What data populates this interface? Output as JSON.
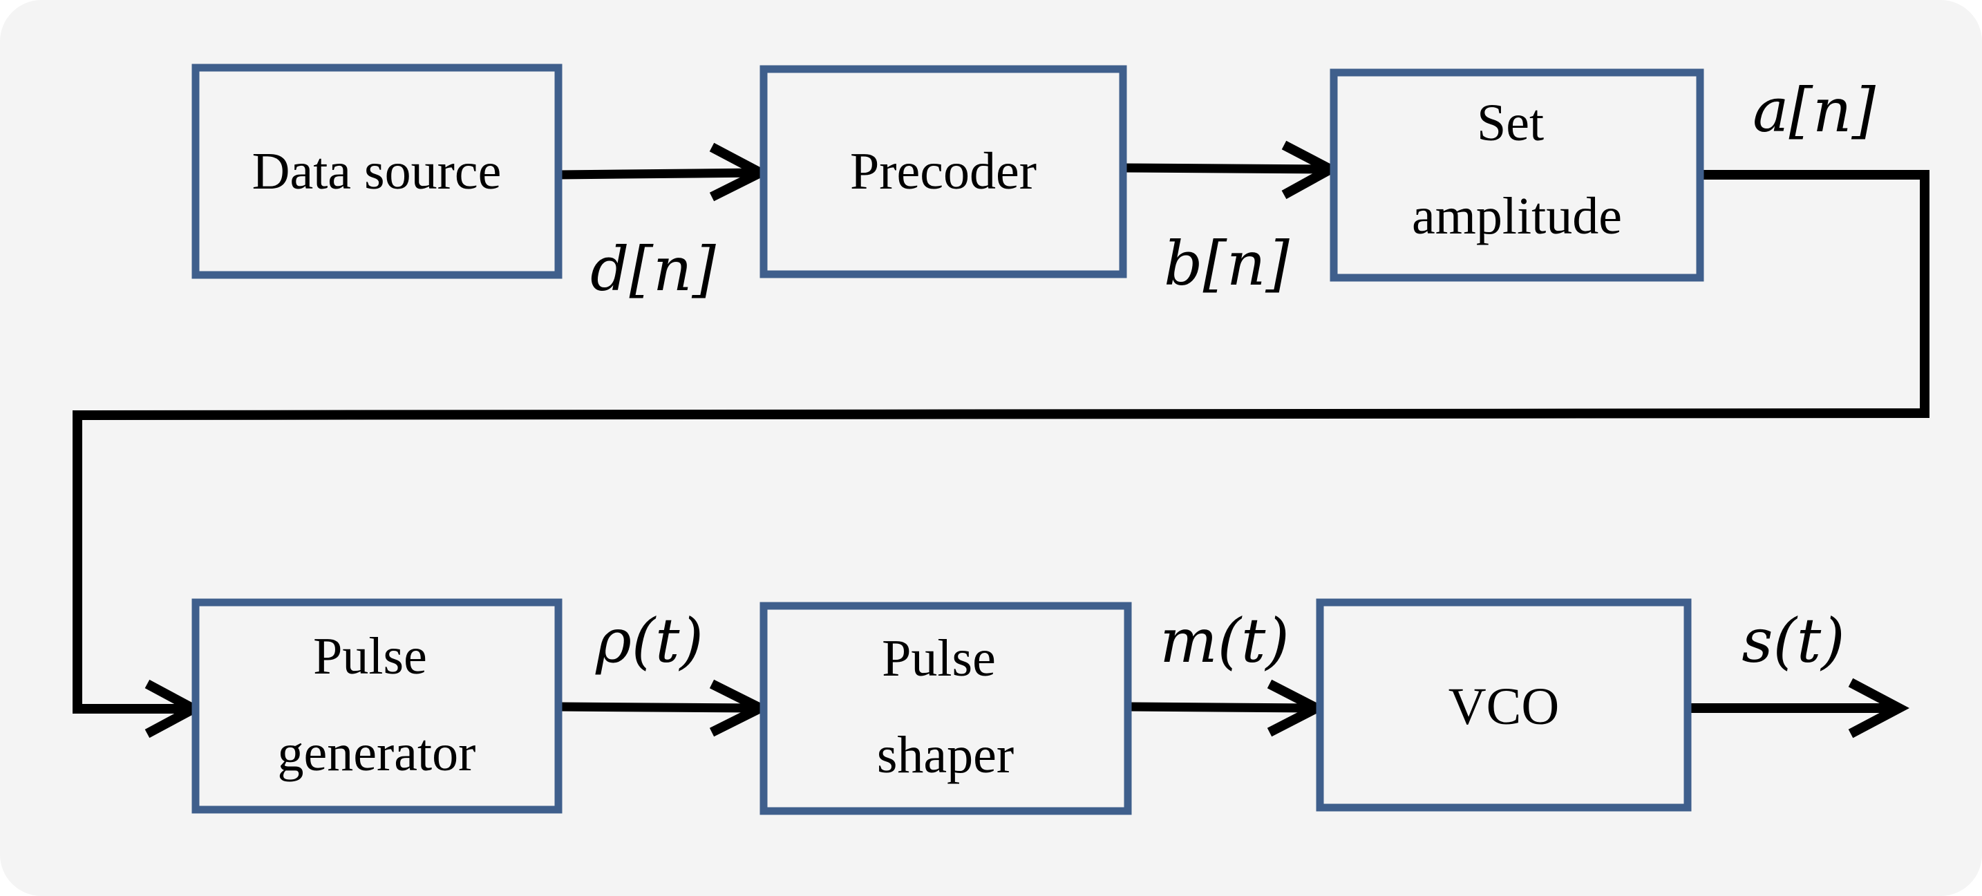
{
  "colors": {
    "background": "#f4f4f4",
    "block_stroke": "#3f5f8c",
    "block_fill": "#f4f4f4",
    "line": "#000000"
  },
  "blocks": {
    "data_source": {
      "lines": [
        "Data source"
      ]
    },
    "precoder": {
      "lines": [
        "Precoder"
      ]
    },
    "set_amplitude": {
      "lines": [
        "Set",
        "amplitude"
      ]
    },
    "pulse_generator": {
      "lines": [
        "Pulse",
        "generator"
      ]
    },
    "pulse_shaper": {
      "lines": [
        "Pulse",
        "shaper"
      ]
    },
    "vco": {
      "lines": [
        "VCO"
      ]
    }
  },
  "signals": {
    "d": "d[n]",
    "b": "b[n]",
    "a": "a[n]",
    "rho": "ρ(t)",
    "m": "m(t)",
    "s": "s(t)"
  }
}
